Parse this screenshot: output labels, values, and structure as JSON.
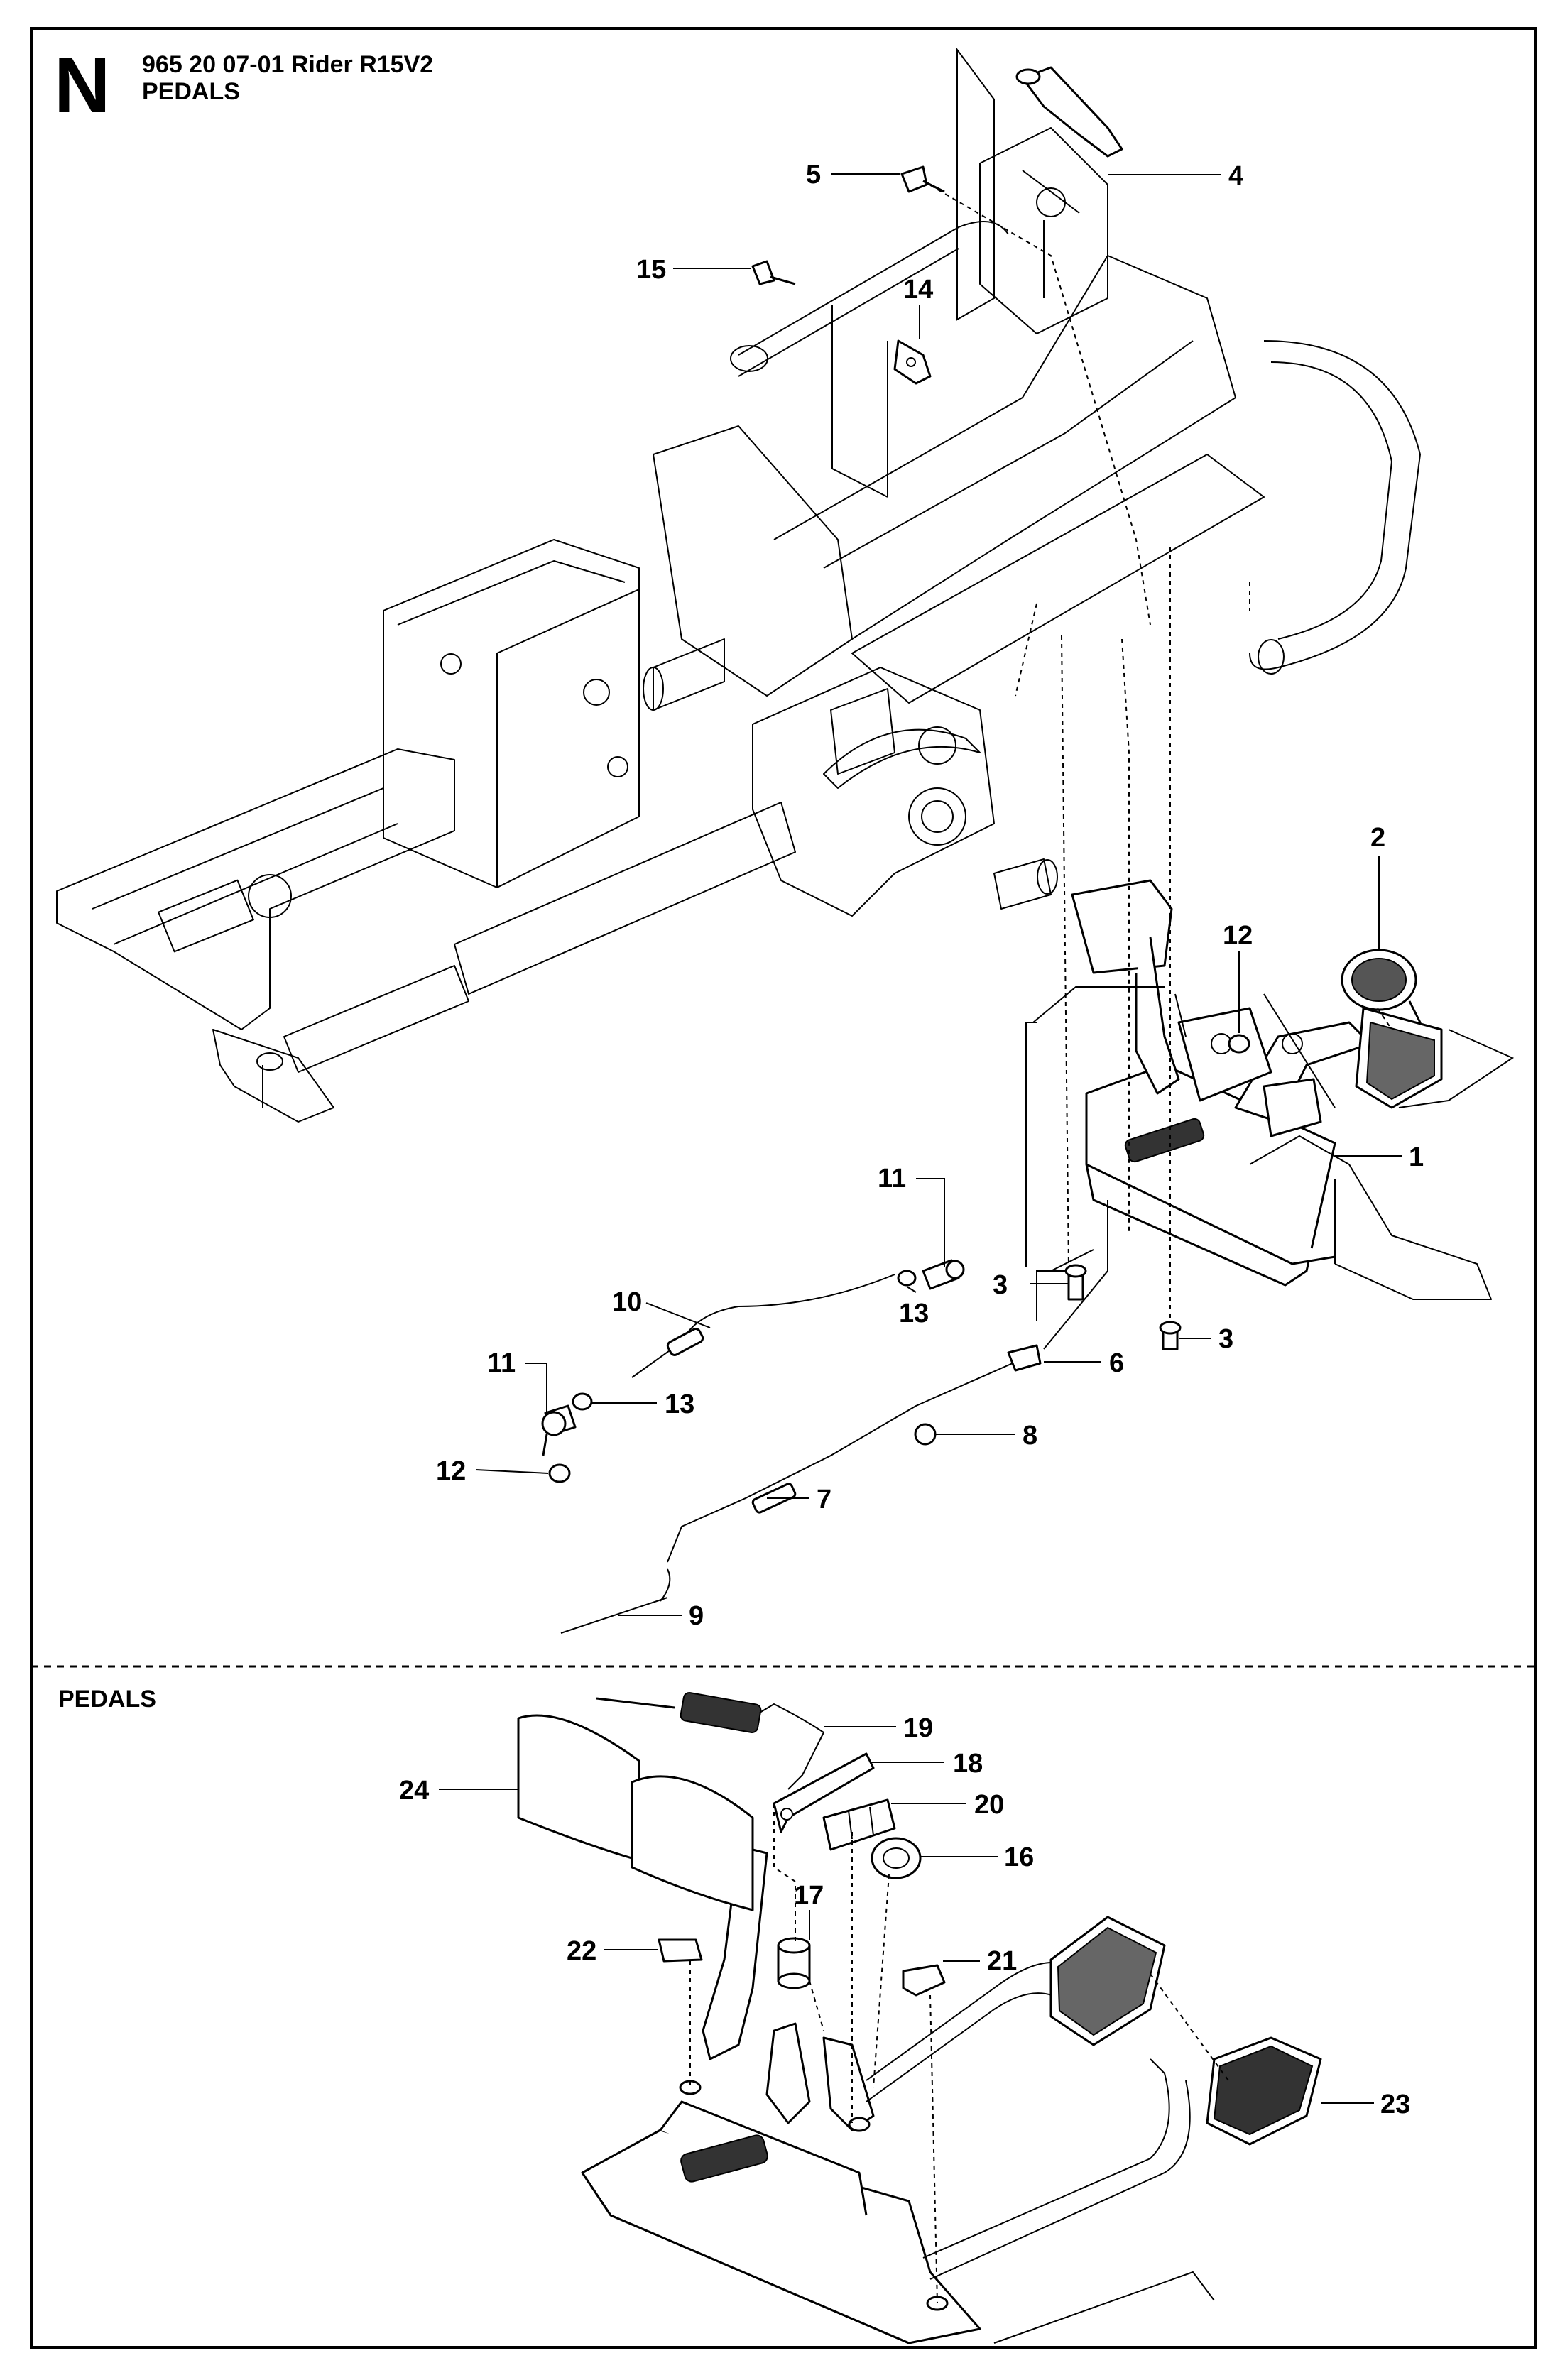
{
  "header": {
    "letter": "N",
    "line1": "965 20 07-01 Rider R15V2",
    "line2": "PEDALS"
  },
  "lower_section": {
    "title": "PEDALS"
  },
  "callouts_upper": [
    "1",
    "2",
    "3",
    "3",
    "4",
    "5",
    "6",
    "7",
    "8",
    "9",
    "10",
    "11",
    "11",
    "12",
    "12",
    "13",
    "13",
    "14",
    "15"
  ],
  "callouts_lower": [
    "16",
    "17",
    "18",
    "19",
    "20",
    "21",
    "22",
    "23",
    "24"
  ]
}
